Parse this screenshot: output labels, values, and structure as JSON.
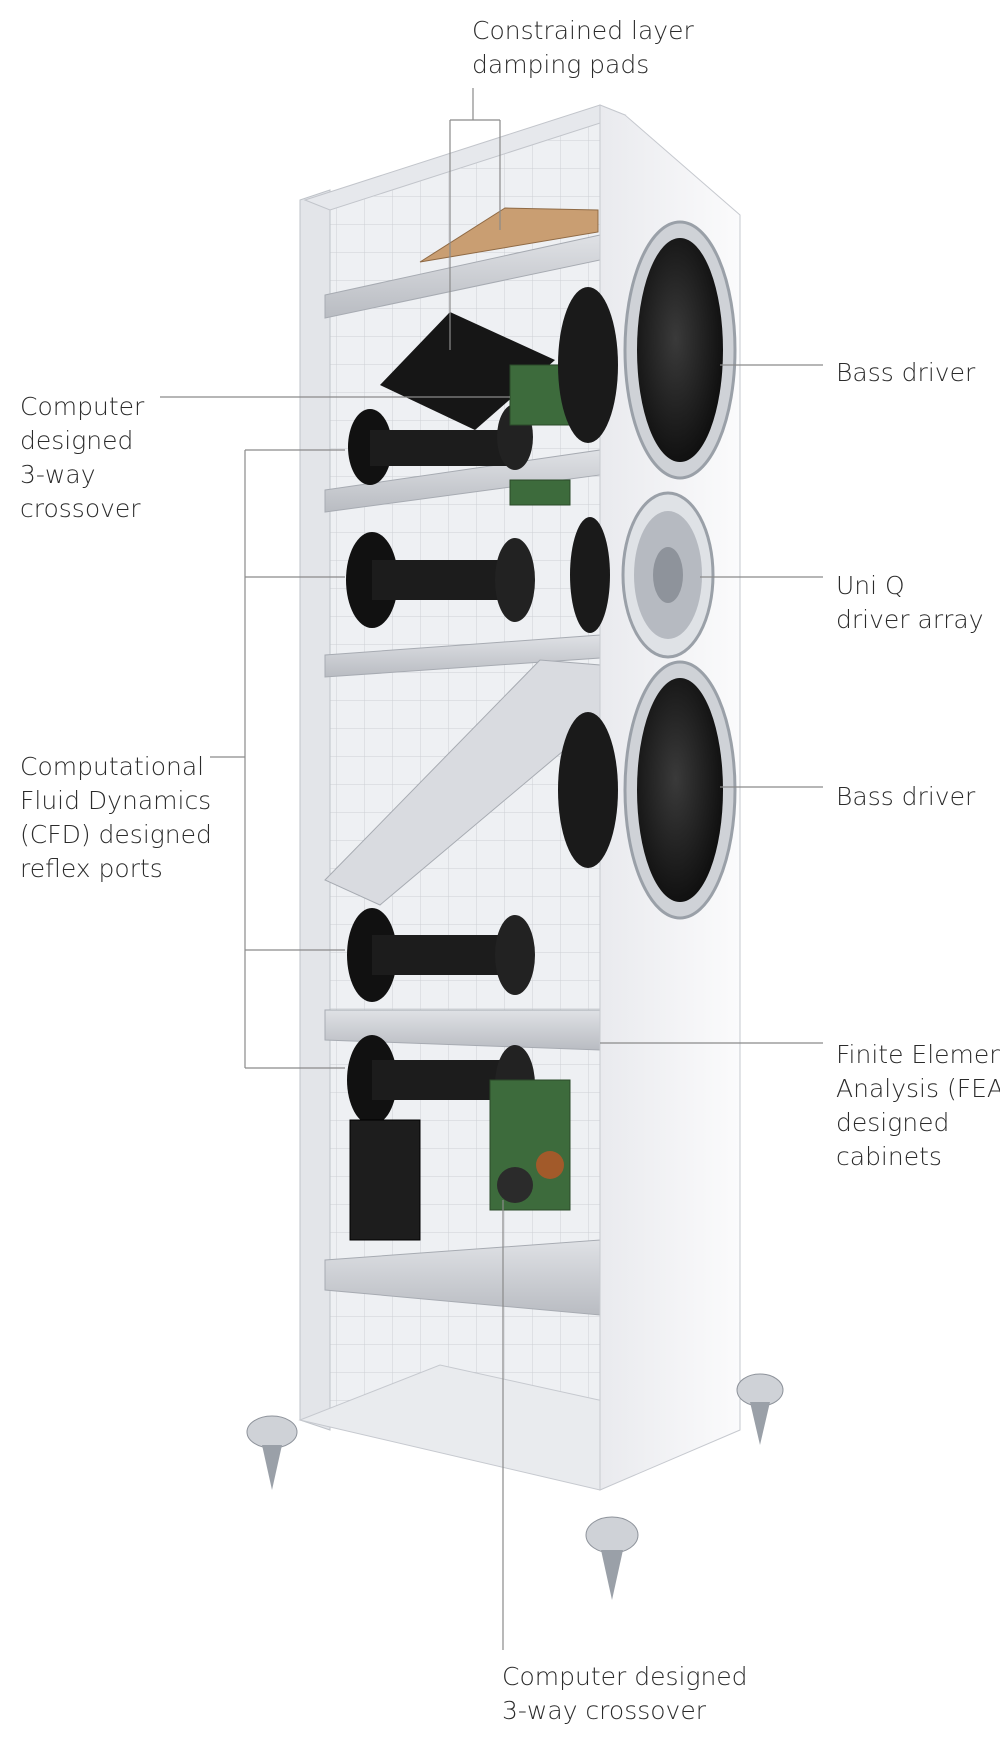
{
  "labels": {
    "damping_pads": [
      "Constrained layer",
      "damping pads"
    ],
    "bass_driver_top": [
      "Bass driver"
    ],
    "crossover_top": [
      "Computer",
      "designed",
      "3-way",
      "crossover"
    ],
    "uni_q": [
      "Uni Q",
      "driver array"
    ],
    "cfd_ports": [
      "Computational",
      "Fluid Dynamics",
      "(CFD) designed",
      "reflex ports"
    ],
    "bass_driver_mid": [
      "Bass driver"
    ],
    "fea_cabinets": [
      "Finite Element",
      "Analysis (FEA)",
      "designed",
      "cabinets"
    ],
    "crossover_bottom": [
      "Computer designed",
      "3-way crossover"
    ]
  },
  "colors": {
    "cabinet": "#f2f2f4",
    "grid": "#c9ccd2",
    "driver": "#1c1c1c",
    "surround": "#b8bcc2",
    "damping_pad": "#c99e72",
    "circuit": "#3d6b3c",
    "leader_line": "#8a8a8a"
  }
}
